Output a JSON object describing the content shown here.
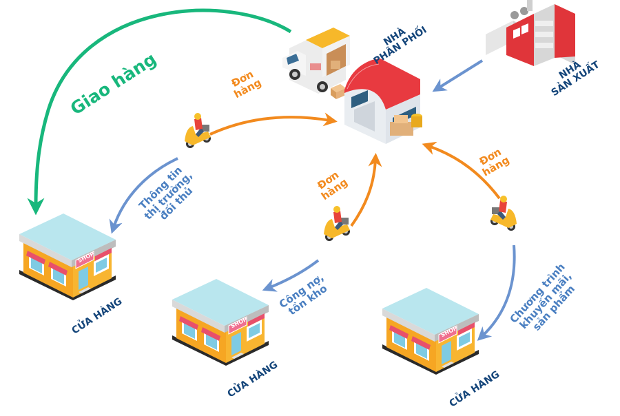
{
  "diagram": {
    "title": "Distribution channel flow",
    "colors": {
      "delivery_arrow": "#18b77c",
      "order_arrow": "#f28a1e",
      "info_arrow": "#6b93cf",
      "label_navy": "#14457a",
      "label_blue": "#4a7fc1",
      "shop_wall": "#f6a623",
      "shop_roof": "#b9e6ee",
      "roof_red": "#e83a40"
    },
    "nodes": {
      "manufacturer": {
        "label_line1": "NHÀ",
        "label_line2": "SẢN XUẤT",
        "icon": "factory-icon"
      },
      "distributor": {
        "label_line1": "NHÀ",
        "label_line2": "PHÂN PHỐI",
        "icon": "warehouse-icon"
      },
      "truck": {
        "icon": "delivery-truck-icon"
      },
      "stores": [
        {
          "label": "CỬA HÀNG",
          "sign": "SHOP",
          "icon": "shop-icon"
        },
        {
          "label": "CỬA HÀNG",
          "sign": "SHOP",
          "icon": "shop-icon"
        },
        {
          "label": "CỬA HÀNG",
          "sign": "SHOP",
          "icon": "shop-icon"
        }
      ]
    },
    "flows": {
      "delivery": {
        "label": "Giao hàng"
      },
      "order_left": {
        "line1": "Đơn",
        "line2": "hàng"
      },
      "order_middle": {
        "line1": "Đơn",
        "line2": "hàng"
      },
      "order_right": {
        "line1": "Đơn",
        "line2": "hàng"
      },
      "info_left": {
        "line1": "Thông tin",
        "line2": "thị trường,",
        "line3": "đối thủ"
      },
      "info_middle": {
        "line1": "Công nợ,",
        "line2": "tồn kho"
      },
      "info_right": {
        "line1": "Chương trình",
        "line2": "khuyến mãi,",
        "line3": "sản phẩm"
      }
    }
  }
}
